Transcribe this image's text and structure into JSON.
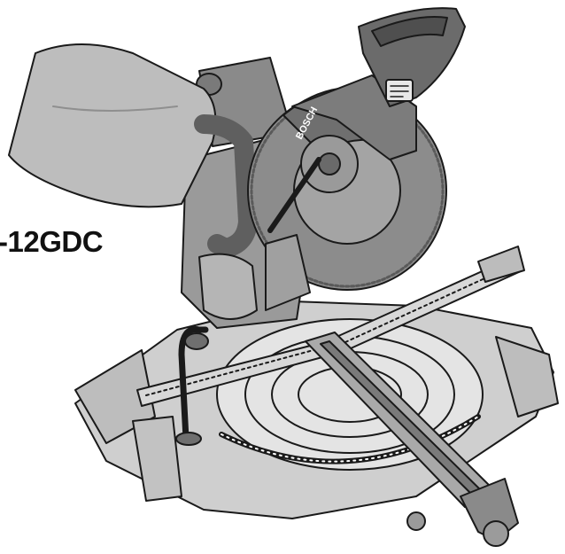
{
  "model_label": "-12GDC",
  "illustration": {
    "subject": "sliding-miter-saw",
    "brand_mark_on_guard": "BOSCH"
  },
  "colors": {
    "background": "#ffffff",
    "line": "#1a1a1a",
    "body_dark": "#6f6f6f",
    "body_mid": "#9a9a9a",
    "body_light": "#c9c9c9",
    "surface": "#e6e6e6",
    "label_text": "#111111"
  }
}
